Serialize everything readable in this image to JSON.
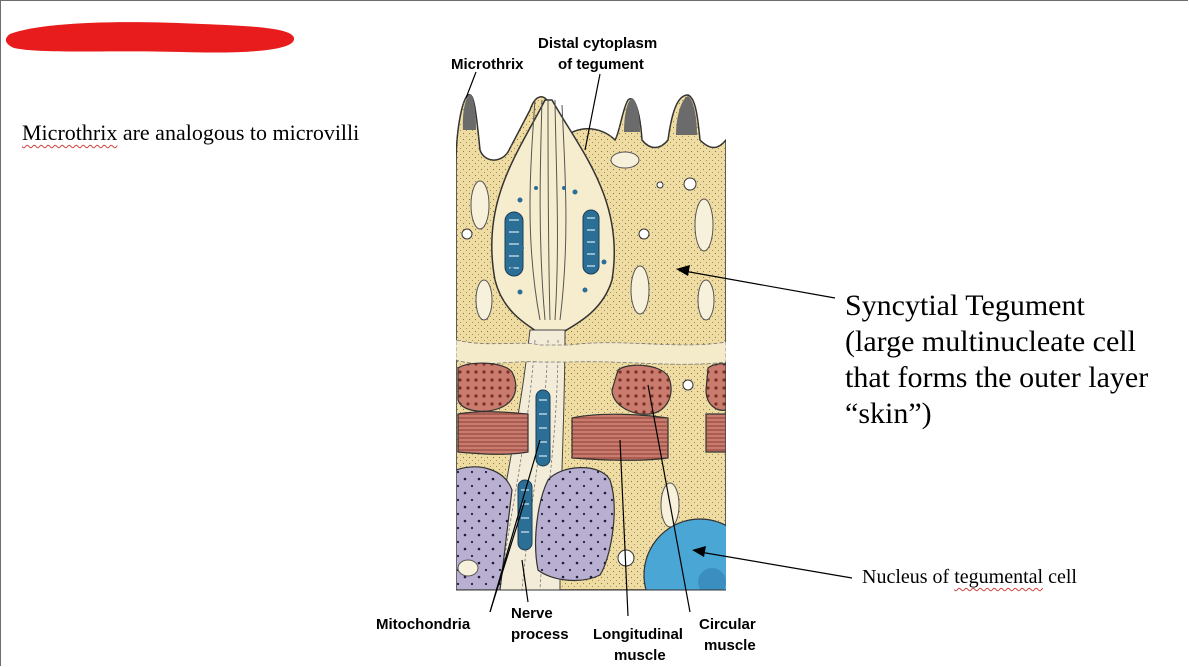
{
  "slide": {
    "note_prefix": "Microthrix",
    "note_rest": " are analogous to microvilli",
    "syncytial_lines": [
      "Syncytial Tegument",
      "(large multinucleate cell",
      "that forms the outer layer",
      "“skin”)"
    ],
    "nucleus_prefix": "Nucleus of ",
    "nucleus_word": "tegumental",
    "nucleus_rest": " cell"
  },
  "figure": {
    "labels": {
      "microthrix": "Microthrix",
      "distal_1": "Distal cytoplasm",
      "distal_2": "of tegument",
      "mitochondria": "Mitochondria",
      "nerve_1": "Nerve",
      "nerve_2": "process",
      "longitudinal_1": "Longitudinal",
      "longitudinal_2": "muscle",
      "circular_1": "Circular",
      "circular_2": "muscle"
    },
    "colors": {
      "tegument": "#efdca2",
      "muscle": "#c97b6e",
      "parenchyma": "#b9afd0",
      "mitochondria": "#2b6f96",
      "nucleus": "#4aa6d4",
      "redaction": "#e81c1c"
    }
  }
}
